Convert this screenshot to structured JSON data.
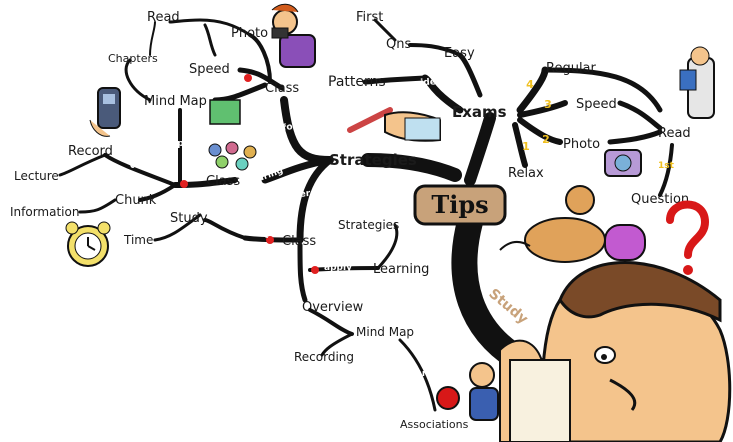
{
  "title": "Tips",
  "spine_label": "Study",
  "nodes": {
    "tips": "Tips",
    "study": "Study",
    "strategies": "Strategies",
    "exams": "Exams",
    "patterns": "Patterns",
    "qns": "Qns",
    "first": "First",
    "easy": "Easy",
    "regular": "Regular",
    "speed_right": "Speed",
    "photo_right": "Photo",
    "read_right": "Read",
    "relax": "Relax",
    "question": "Question",
    "class_top": "Class",
    "speed_top": "Speed",
    "photo_top": "Photo",
    "read_top": "Read",
    "chapters": "Chapters",
    "mind_map_top": "Mind Map",
    "class_mid": "Class",
    "record": "Record",
    "lecture": "Lecture",
    "chunk": "Chunk",
    "information": "Information",
    "study_left": "Study",
    "time": "Time",
    "class_low": "Class",
    "strategies_low": "Strategies",
    "learning": "Learning",
    "overview": "Overview",
    "mind_map_low": "Mind Map",
    "recording": "Recording",
    "associations": "Associations"
  },
  "links": {
    "identify": "identify",
    "tackle": "tackle",
    "before": "before",
    "during": "during",
    "after": "after",
    "expand": "expand",
    "digitally": "digitally",
    "schedule": "schedule",
    "apply": "apply",
    "expanding": "expanding",
    "n1": "1",
    "n2": "2",
    "n3": "3",
    "n4": "4",
    "first_ord": "1st"
  },
  "colors": {
    "branch": "#111111",
    "accent_dot": "#e02020",
    "question_mark": "#d81818",
    "number_gold": "#f0c020",
    "tips_label_bg": "#c8a27a"
  },
  "icons": [
    "face-icon",
    "cat-icon",
    "alarm-clock-icon",
    "voice-recorder-icon",
    "camera-person-icon",
    "pen-hand-icon",
    "reading-man-icon",
    "classroom-icon",
    "camera-icon",
    "boxer-icon",
    "question-mark-icon"
  ]
}
